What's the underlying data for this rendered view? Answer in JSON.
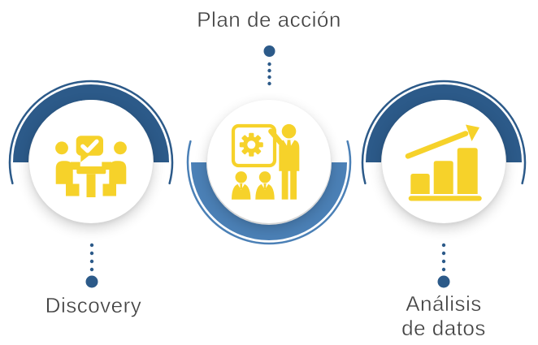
{
  "diagram": {
    "type": "process-circles",
    "steps": [
      {
        "id": "discovery",
        "label": "Discovery",
        "label_position": "below",
        "icon": "meeting-discussion-icon",
        "arc_side": "top",
        "arc_color": "#2c5a89"
      },
      {
        "id": "plan-de-accion",
        "label": "Plan de acción",
        "label_position": "above",
        "icon": "presentation-gear-icon",
        "arc_side": "bottom",
        "arc_color": "#4b80b6"
      },
      {
        "id": "analisis-de-datos",
        "label": "Análisis\nde datos",
        "label_position": "below",
        "icon": "growth-chart-icon",
        "arc_side": "top",
        "arc_color": "#2c5a89"
      }
    ],
    "colors": {
      "dark_blue": "#2c5a89",
      "light_blue": "#4b80b6",
      "icon_yellow": "#f6d22a",
      "text_gray": "#434343",
      "background": "#ffffff"
    }
  }
}
